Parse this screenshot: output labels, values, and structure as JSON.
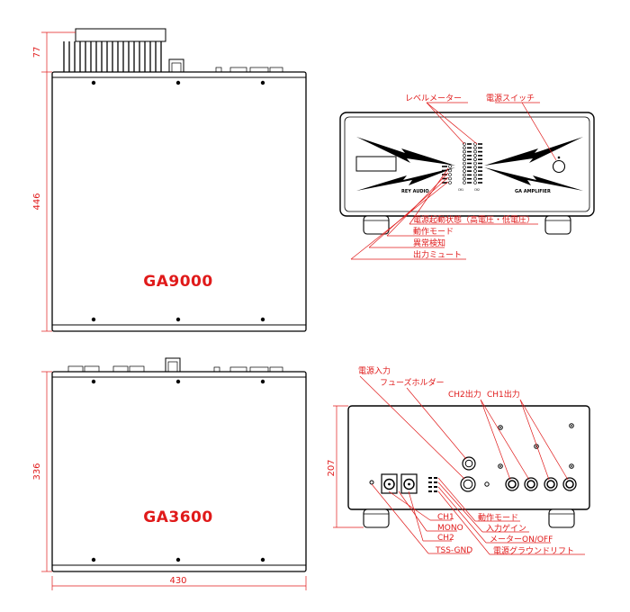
{
  "dimensions": {
    "fan_height": "77",
    "ga9000_height": "446",
    "ga3600_height": "336",
    "width": "430",
    "rear_height": "207"
  },
  "models": {
    "ga9000": "GA9000",
    "ga3600": "GA3600"
  },
  "front_panel": {
    "brand_left": "REY AUDIO",
    "brand_right": "GA AMPLIFIER",
    "ch_left": "CH1",
    "ch_right": "CH2",
    "labels": {
      "level_meter": "レベルメーター",
      "power_switch": "電源スイッチ",
      "power_on_status": "電源起動状態（高電圧・低電圧）",
      "operation_mode": "動作モード",
      "error_detect": "異常検知",
      "output_mute": "出力ミュート"
    }
  },
  "rear_panel": {
    "labels": {
      "power_input": "電源入力",
      "fuse_holder": "フューズホルダー",
      "ch2_output": "CH2出力",
      "ch1_output": "CH1出力",
      "ch1": "CH1",
      "mono": "MONO",
      "ch2": "CH2",
      "tss_gnd": "TSS-GND",
      "operation_mode": "動作モード",
      "input_gain": "入力ゲイン",
      "meter_onoff": "メーターON/OFF",
      "ground_lift": "電源グラウンドリフト"
    }
  },
  "colors": {
    "annotation": "#e01a1a",
    "drawing": "#000000"
  }
}
